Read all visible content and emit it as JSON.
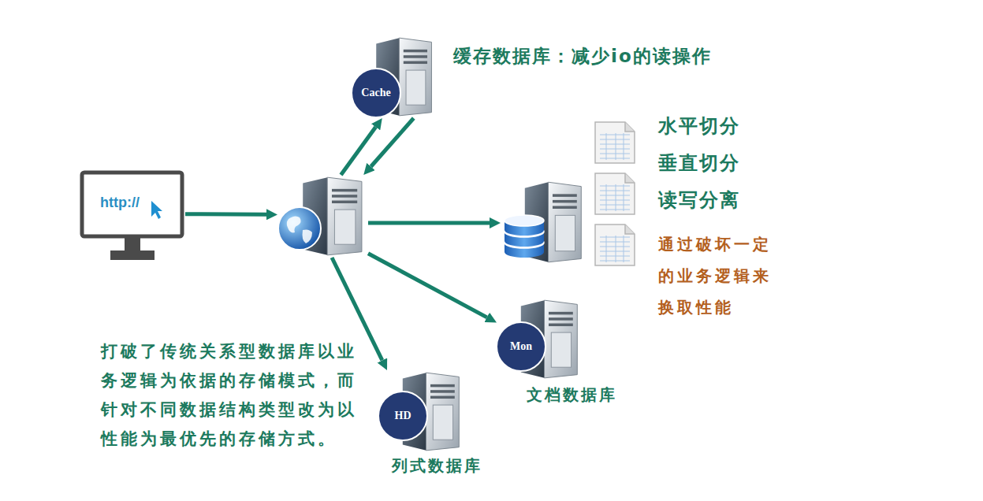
{
  "diagram": {
    "nodes": [
      {
        "text": [
          "Cache",
          "缓存数据库：减少io的读操作"
        ]
      },
      {
        "text": [
          "http://"
        ]
      },
      {
        "text": []
      },
      {
        "text": []
      },
      {
        "text": [
          "Mon",
          "文档数据库"
        ]
      },
      {
        "text": [
          "HD",
          "列式数据库"
        ]
      }
    ],
    "edges": [
      {
        "from": 1,
        "to": 2,
        "arrow": "to"
      },
      {
        "from": 2,
        "to": 0,
        "arrow": "to"
      },
      {
        "from": 0,
        "to": 2,
        "arrow": "to"
      },
      {
        "from": 2,
        "to": 3,
        "arrow": "to"
      },
      {
        "from": 2,
        "to": 4,
        "arrow": "to"
      },
      {
        "from": 2,
        "to": 5,
        "arrow": "to"
      }
    ],
    "labels": [
      "水平切分",
      "垂直切分",
      "读写分离",
      "通过破坏一定的业务逻辑来换取性能",
      "打破了传统关系型数据库以业务逻辑为依据的存储模式，而针对不同数据结构类型改为以性能为最优先的存储方式。"
    ]
  }
}
